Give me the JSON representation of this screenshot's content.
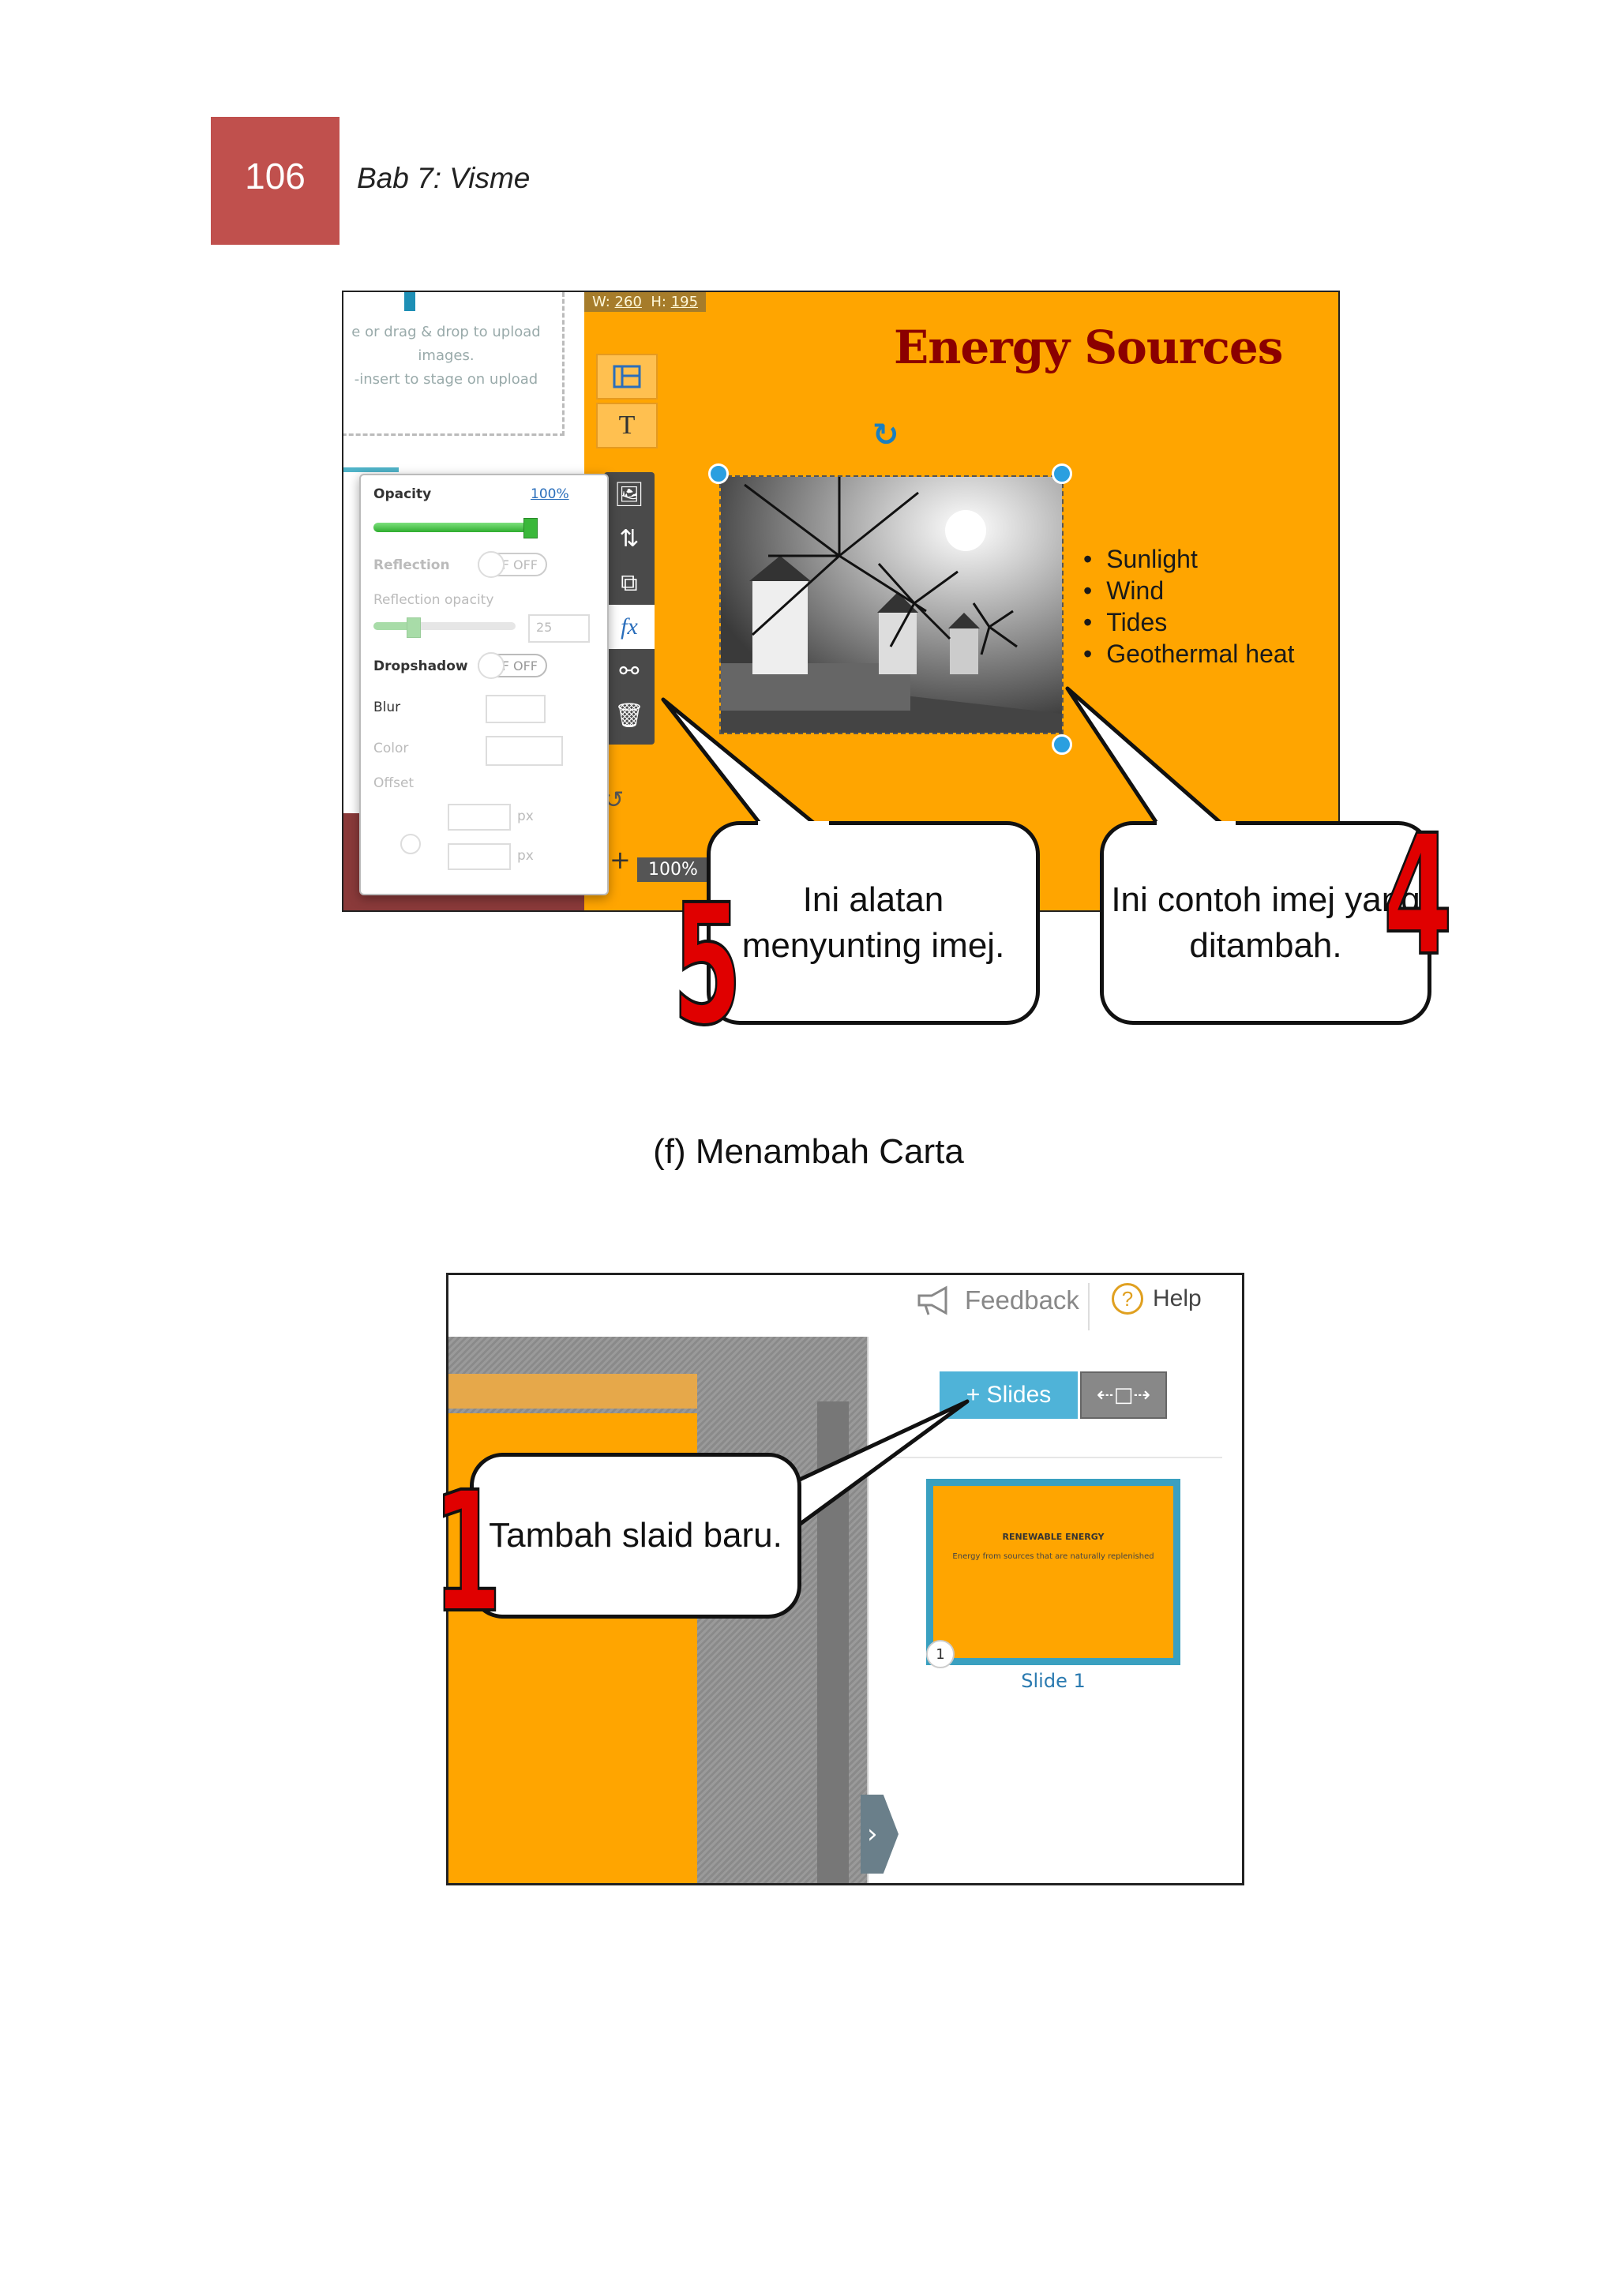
{
  "header": {
    "page_number": "106",
    "chapter": "Bab 7: Visme"
  },
  "figure1": {
    "upload_hint_1": "e or drag & drop to upload",
    "upload_hint_2": "images.",
    "upload_hint_3": "-insert to stage on upload",
    "size_w_label": "W:",
    "size_w": "260",
    "size_h_label": "H:",
    "size_h": "195",
    "slide_title": "Energy Sources",
    "bullets": [
      "Sunlight",
      "Wind",
      "Tides",
      "Geothermal heat"
    ],
    "zoom": "100%",
    "props": {
      "opacity_label": "Opacity",
      "opacity_value": "100%",
      "opacity_fraction": 1.0,
      "reflection_label": "Reflection",
      "reflection_toggle": "F OFF",
      "reflection_opacity_label": "Reflection opacity",
      "reflection_opacity_value": "25",
      "dropshadow_label": "Dropshadow",
      "dropshadow_toggle": "F OFF",
      "blur_label": "Blur",
      "color_label": "Color",
      "offset_label": "Offset",
      "px1": "px",
      "px2": "px"
    },
    "callout_tools": "Ini alatan menyunting imej.",
    "callout_image": "Ini contoh imej yang ditambah.",
    "number_tools": "5",
    "number_image": "4"
  },
  "caption": "(f) Menambah Carta",
  "figure2": {
    "feedback": "Feedback",
    "help": "Help",
    "help_icon": "?",
    "slides_button": "+ Slides",
    "thumb_title": "RENEWABLE ENERGY",
    "thumb_text": "Energy from sources that are naturally replenished",
    "thumb_number": "1",
    "thumb_label": "Slide 1",
    "callout": "Tambah slaid baru.",
    "number": "1"
  },
  "colors": {
    "page_tab": "#c0504d",
    "stage_orange": "#ffa500",
    "title_red": "#8b0000",
    "accent_blue": "#4fb3d8",
    "badge_red": "#e00000"
  }
}
